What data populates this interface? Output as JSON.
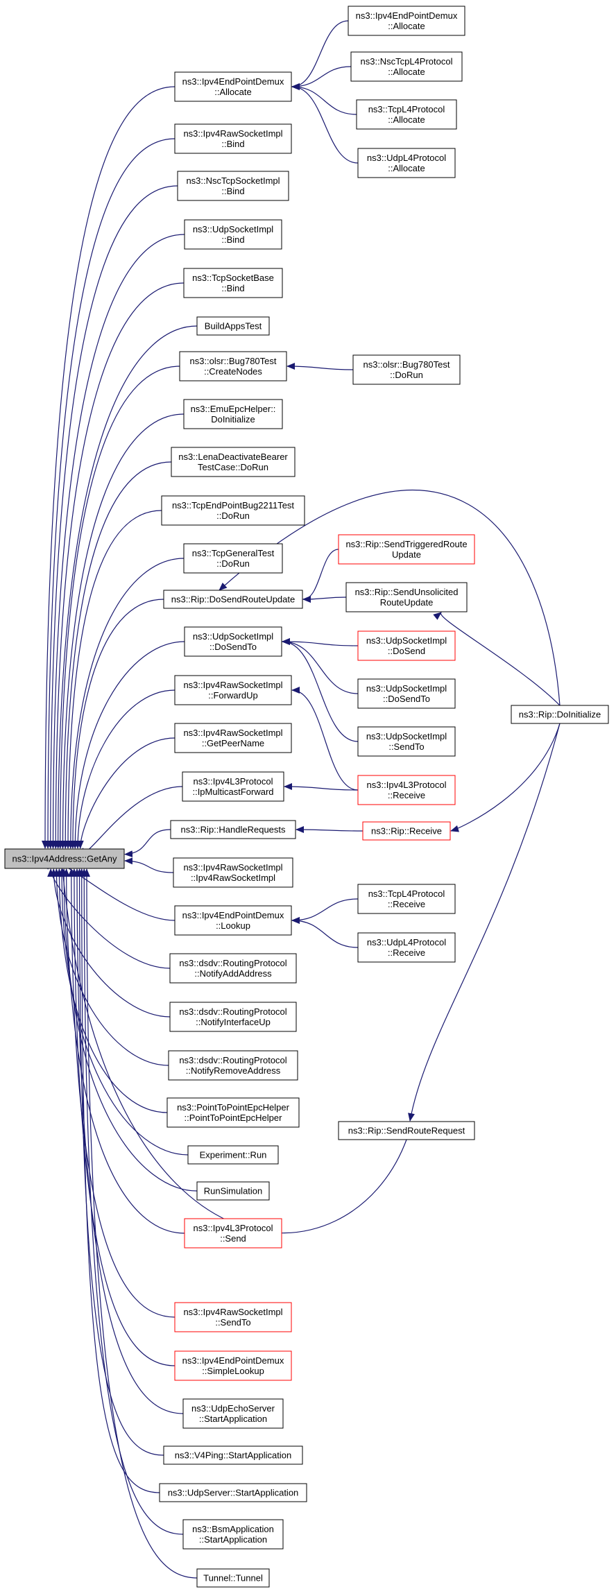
{
  "graph": {
    "root": {
      "lines": [
        "ns3::Ipv4Address::GetAny"
      ],
      "highlight": true
    },
    "callers": [
      {
        "id": "n1",
        "lines": [
          "ns3::Ipv4EndPointDemux",
          "::Allocate"
        ]
      },
      {
        "id": "n2",
        "lines": [
          "ns3::Ipv4RawSocketImpl",
          "::Bind"
        ]
      },
      {
        "id": "n3",
        "lines": [
          "ns3::NscTcpSocketImpl",
          "::Bind"
        ]
      },
      {
        "id": "n4",
        "lines": [
          "ns3::UdpSocketImpl",
          "::Bind"
        ]
      },
      {
        "id": "n5",
        "lines": [
          "ns3::TcpSocketBase",
          "::Bind"
        ]
      },
      {
        "id": "n6",
        "lines": [
          "BuildAppsTest"
        ]
      },
      {
        "id": "n7",
        "lines": [
          "ns3::olsr::Bug780Test",
          "::CreateNodes"
        ]
      },
      {
        "id": "n8",
        "lines": [
          "ns3::EmuEpcHelper::",
          "DoInitialize"
        ]
      },
      {
        "id": "n9",
        "lines": [
          "ns3::LenaDeactivateBearer",
          "TestCase::DoRun"
        ]
      },
      {
        "id": "n10",
        "lines": [
          "ns3::TcpEndPointBug2211Test",
          "::DoRun"
        ]
      },
      {
        "id": "n11",
        "lines": [
          "ns3::TcpGeneralTest",
          "::DoRun"
        ]
      },
      {
        "id": "n12",
        "lines": [
          "ns3::Rip::DoSendRouteUpdate"
        ]
      },
      {
        "id": "n13",
        "lines": [
          "ns3::UdpSocketImpl",
          "::DoSendTo"
        ]
      },
      {
        "id": "n14",
        "lines": [
          "ns3::Ipv4RawSocketImpl",
          "::ForwardUp"
        ]
      },
      {
        "id": "n15",
        "lines": [
          "ns3::Ipv4RawSocketImpl",
          "::GetPeerName"
        ]
      },
      {
        "id": "n16",
        "lines": [
          "ns3::Ipv4L3Protocol",
          "::IpMulticastForward"
        ]
      },
      {
        "id": "n17",
        "lines": [
          "ns3::Rip::HandleRequests"
        ]
      },
      {
        "id": "n18",
        "lines": [
          "ns3::Ipv4RawSocketImpl",
          "::Ipv4RawSocketImpl"
        ]
      },
      {
        "id": "n19",
        "lines": [
          "ns3::Ipv4EndPointDemux",
          "::Lookup"
        ]
      },
      {
        "id": "n20",
        "lines": [
          "ns3::dsdv::RoutingProtocol",
          "::NotifyAddAddress"
        ]
      },
      {
        "id": "n21",
        "lines": [
          "ns3::dsdv::RoutingProtocol",
          "::NotifyInterfaceUp"
        ]
      },
      {
        "id": "n22",
        "lines": [
          "ns3::dsdv::RoutingProtocol",
          "::NotifyRemoveAddress"
        ]
      },
      {
        "id": "n23",
        "lines": [
          "ns3::PointToPointEpcHelper",
          "::PointToPointEpcHelper"
        ]
      },
      {
        "id": "n24",
        "lines": [
          "Experiment::Run"
        ]
      },
      {
        "id": "n25",
        "lines": [
          "RunSimulation"
        ]
      },
      {
        "id": "n26",
        "lines": [
          "ns3::Ipv4L3Protocol",
          "::Send"
        ],
        "truncated": true
      },
      {
        "id": "n27",
        "lines": [
          "ns3::Ipv4RawSocketImpl",
          "::SendTo"
        ],
        "truncated": true
      },
      {
        "id": "n28",
        "lines": [
          "ns3::Ipv4EndPointDemux",
          "::SimpleLookup"
        ],
        "truncated": true
      },
      {
        "id": "n29",
        "lines": [
          "ns3::UdpEchoServer",
          "::StartApplication"
        ]
      },
      {
        "id": "n30",
        "lines": [
          "ns3::V4Ping::StartApplication"
        ]
      },
      {
        "id": "n31",
        "lines": [
          "ns3::UdpServer::StartApplication"
        ]
      },
      {
        "id": "n32",
        "lines": [
          "ns3::BsmApplication",
          "::StartApplication"
        ]
      },
      {
        "id": "n33",
        "lines": [
          "Tunnel::Tunnel"
        ]
      }
    ],
    "second_level": [
      {
        "id": "m1",
        "lines": [
          "ns3::Ipv4EndPointDemux",
          "::Allocate"
        ]
      },
      {
        "id": "m2",
        "lines": [
          "ns3::NscTcpL4Protocol",
          "::Allocate"
        ]
      },
      {
        "id": "m3",
        "lines": [
          "ns3::TcpL4Protocol",
          "::Allocate"
        ]
      },
      {
        "id": "m4",
        "lines": [
          "ns3::UdpL4Protocol",
          "::Allocate"
        ]
      },
      {
        "id": "m5",
        "lines": [
          "ns3::olsr::Bug780Test",
          "::DoRun"
        ]
      },
      {
        "id": "m6",
        "lines": [
          "ns3::Rip::SendTriggeredRoute",
          "Update"
        ],
        "truncated": true
      },
      {
        "id": "m7",
        "lines": [
          "ns3::Rip::SendUnsolicited",
          "RouteUpdate"
        ]
      },
      {
        "id": "m8",
        "lines": [
          "ns3::UdpSocketImpl",
          "::DoSend"
        ],
        "truncated": true
      },
      {
        "id": "m9",
        "lines": [
          "ns3::UdpSocketImpl",
          "::DoSendTo"
        ]
      },
      {
        "id": "m10",
        "lines": [
          "ns3::UdpSocketImpl",
          "::SendTo"
        ]
      },
      {
        "id": "m11",
        "lines": [
          "ns3::Ipv4L3Protocol",
          "::Receive"
        ],
        "truncated": true
      },
      {
        "id": "m12",
        "lines": [
          "ns3::Rip::Receive"
        ],
        "truncated": true
      },
      {
        "id": "m13",
        "lines": [
          "ns3::TcpL4Protocol",
          "::Receive"
        ]
      },
      {
        "id": "m14",
        "lines": [
          "ns3::UdpL4Protocol",
          "::Receive"
        ]
      },
      {
        "id": "m15",
        "lines": [
          "ns3::Rip::SendRouteRequest"
        ]
      }
    ],
    "third_level": [
      {
        "id": "r1",
        "lines": [
          "ns3::Rip::DoInitialize"
        ]
      }
    ],
    "colors": {
      "edge": "#191970",
      "node_border": "#000000",
      "node_border_truncated": "#ff0000",
      "highlight_fill": "#bfbfbf",
      "node_fill": "#ffffff"
    }
  }
}
